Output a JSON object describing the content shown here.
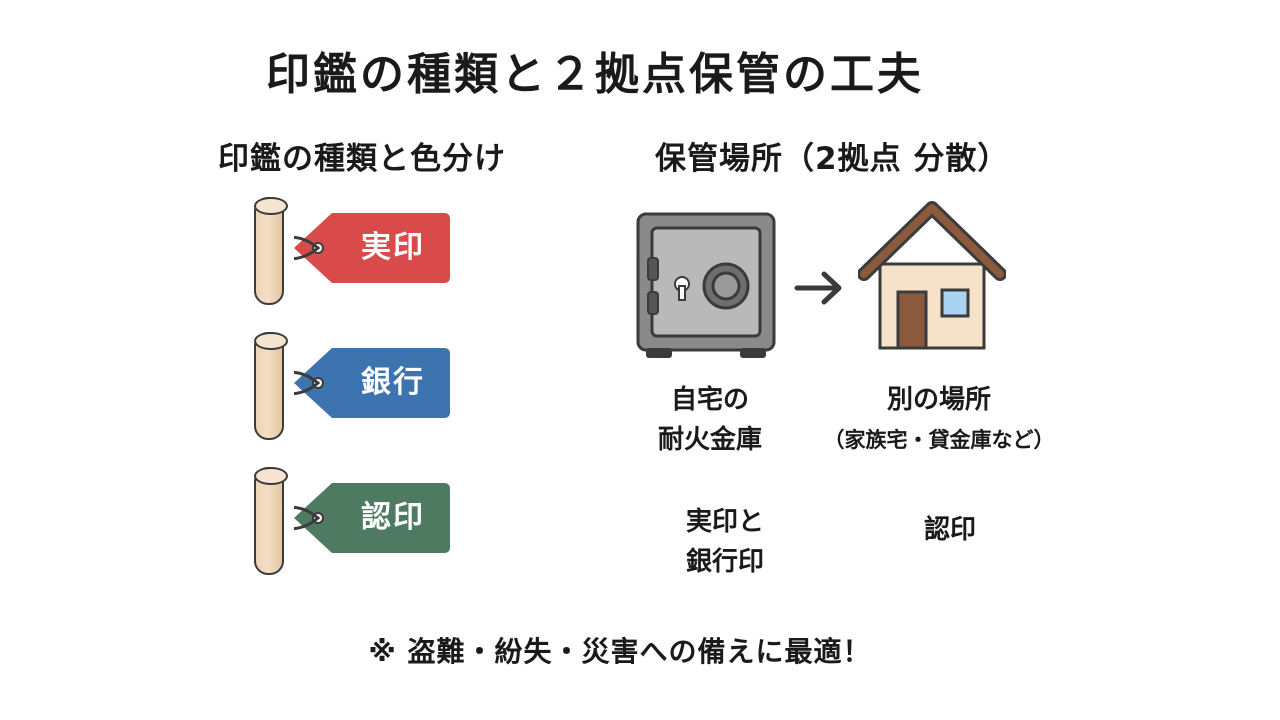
{
  "title": "印鑑の種類と２拠点保管の工夫",
  "left_section": {
    "heading": "印鑑の種類と色分け",
    "tags": [
      {
        "label": "実印",
        "color": "#d94a4a"
      },
      {
        "label": "銀行",
        "color": "#3d74b0"
      },
      {
        "label": "認印",
        "color": "#4f7a62"
      }
    ]
  },
  "right_section": {
    "heading": "保管場所（2拠点 分散）",
    "location_a": {
      "icon": "safe-icon",
      "name_line1": "自宅の",
      "name_line2": "耐火金庫",
      "contents_line1": "実印と",
      "contents_line2": "銀行印"
    },
    "arrow_icon": "arrow-right-icon",
    "location_b": {
      "icon": "house-icon",
      "name": "別の場所",
      "note": "（家族宅・貸金庫など）",
      "contents": "認印"
    }
  },
  "footer": "※ 盗難・紛失・災害への備えに最適！"
}
